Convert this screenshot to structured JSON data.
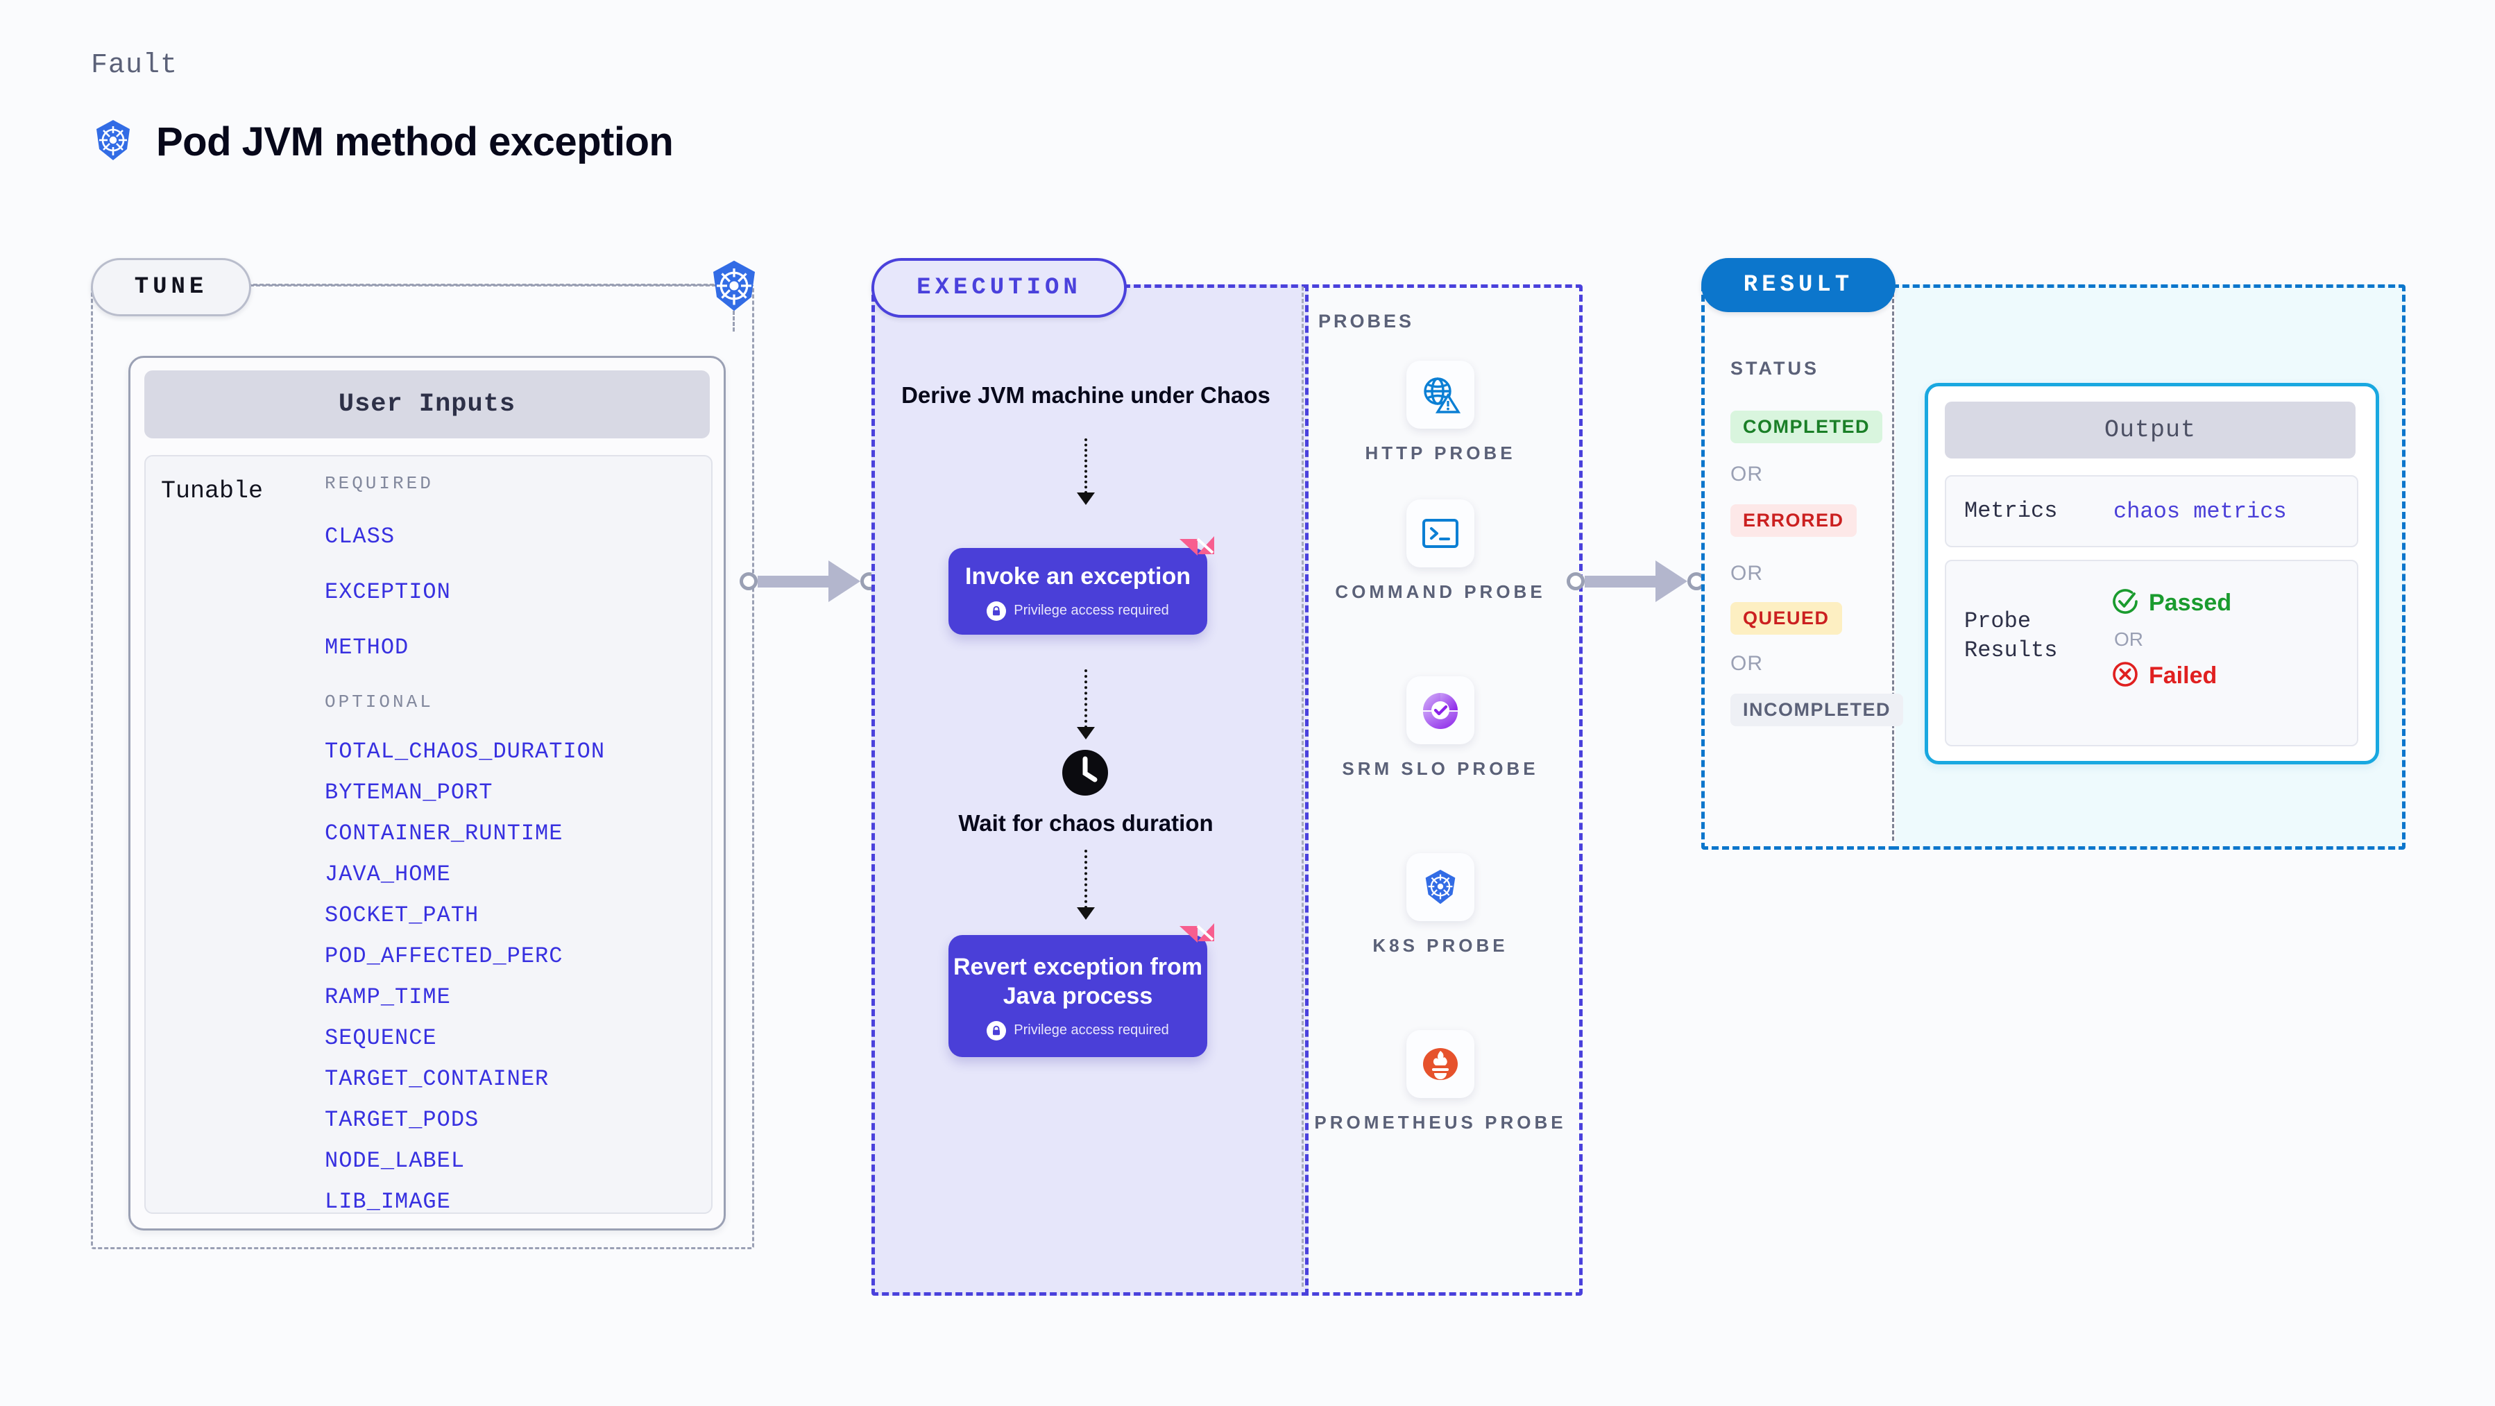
{
  "header": {
    "eyebrow": "Fault",
    "title": "Pod JVM method exception",
    "icon": "kubernetes-icon"
  },
  "tune": {
    "pill_label": "TUNE",
    "edge_icon": "kubernetes-icon",
    "card_title": "User Inputs",
    "tunable_label": "Tunable",
    "required_label": "REQUIRED",
    "required": [
      "CLASS",
      "EXCEPTION",
      "METHOD"
    ],
    "optional_label": "OPTIONAL",
    "optional": [
      "TOTAL_CHAOS_DURATION",
      "BYTEMAN_PORT",
      "CONTAINER_RUNTIME",
      "JAVA_HOME",
      "SOCKET_PATH",
      "POD_AFFECTED_PERC",
      "RAMP_TIME",
      "SEQUENCE",
      "TARGET_CONTAINER",
      "TARGET_PODS",
      "NODE_LABEL",
      "LIB_IMAGE"
    ]
  },
  "execution": {
    "pill_label": "EXECUTION",
    "step_derive": "Derive JVM machine under Chaos",
    "step_invoke": {
      "title": "Invoke an exception",
      "note": "Privilege access required",
      "note_icon": "lock-icon",
      "corner_icon": "litmus-logo-icon"
    },
    "wait": {
      "icon": "clock-icon",
      "label": "Wait for chaos duration"
    },
    "step_revert": {
      "title": "Revert exception from Java process",
      "note": "Privilege access required",
      "note_icon": "lock-icon",
      "corner_icon": "litmus-logo-icon"
    }
  },
  "probes": {
    "section_label": "PROBES",
    "items": [
      {
        "name": "HTTP PROBE",
        "icon": "globe-warning-icon"
      },
      {
        "name": "COMMAND PROBE",
        "icon": "terminal-icon"
      },
      {
        "name": "SRM SLO PROBE",
        "icon": "slo-gauge-icon"
      },
      {
        "name": "K8S PROBE",
        "icon": "kubernetes-icon"
      },
      {
        "name": "PROMETHEUS PROBE",
        "icon": "prometheus-icon"
      }
    ]
  },
  "result": {
    "pill_label": "RESULT",
    "status_label": "STATUS",
    "or_label": "OR",
    "statuses": [
      {
        "label": "COMPLETED",
        "color": "#1a7f27",
        "bg": "#d9f5de"
      },
      {
        "label": "ERRORED",
        "color": "#cb2020",
        "bg": "#fde8e8"
      },
      {
        "label": "QUEUED",
        "color": "#cb2020",
        "bg": "#fdefc2"
      },
      {
        "label": "INCOMPLETED",
        "color": "#5b6178",
        "bg": "#eef0f5"
      }
    ]
  },
  "output": {
    "card_title": "Output",
    "metrics_key": "Metrics",
    "metrics_value": "chaos metrics",
    "probe_key": "Probe Results",
    "passed_label": "Passed",
    "passed_icon": "check-circle-icon",
    "or_label": "OR",
    "failed_label": "Failed",
    "failed_icon": "x-circle-icon"
  },
  "colors": {
    "accent_purple": "#4a3fd8",
    "accent_blue": "#0c76cc",
    "accent_cyan": "#19a8e0",
    "k8s_blue": "#326ce5",
    "litmus_pink": "#f75e8f",
    "param_link": "#3730e0"
  }
}
